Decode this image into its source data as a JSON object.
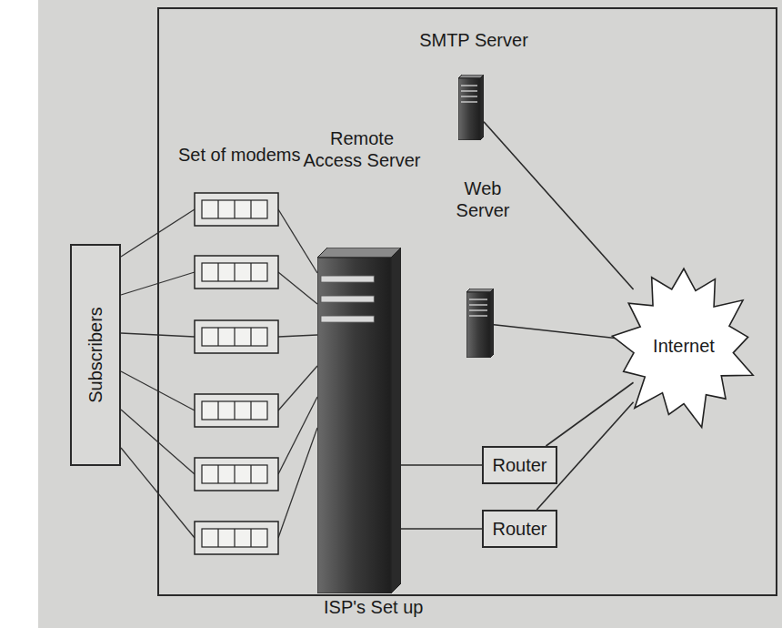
{
  "diagram": {
    "nodes": [
      {
        "text": [
          "ISP's Set up"
        ]
      },
      {
        "text": [
          "Subscribers"
        ]
      },
      {
        "text": [
          "SMTP Server"
        ],
        "in": 0
      },
      {
        "text": [
          "Remote Access Server"
        ],
        "in": 0
      },
      {
        "text": [
          "Web Server"
        ],
        "in": 0
      },
      {
        "text": [
          "Router"
        ],
        "in": 0
      },
      {
        "text": [
          "Router"
        ],
        "in": 0
      },
      {
        "text": [
          "Internet"
        ],
        "in": 0
      }
    ],
    "edges": [
      {
        "from": 3,
        "to": 5,
        "arrow": "none"
      },
      {
        "from": 3,
        "to": 6,
        "arrow": "none"
      },
      {
        "from": 5,
        "to": 7,
        "arrow": "none"
      },
      {
        "from": 6,
        "to": 7,
        "arrow": "none"
      },
      {
        "from": 2,
        "to": 7,
        "arrow": "none"
      },
      {
        "from": 4,
        "to": 7,
        "arrow": "none"
      }
    ],
    "labels": [
      "Set of modems"
    ]
  }
}
